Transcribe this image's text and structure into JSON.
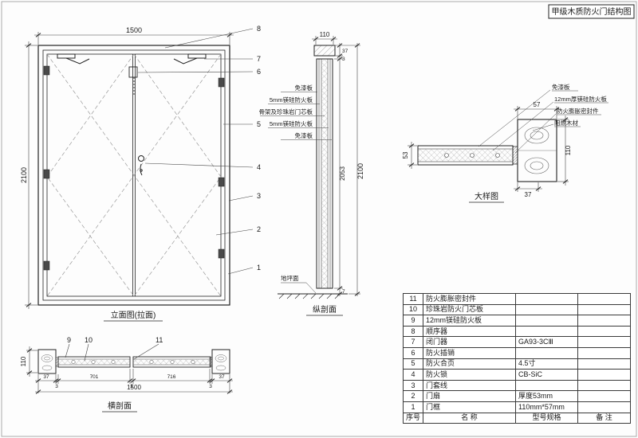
{
  "sheet": {
    "title": "甲级木质防火门结构图"
  },
  "elevation": {
    "caption": "立面图(拉面)",
    "dim_width": "1500",
    "dim_height": "2100",
    "callouts": {
      "c1": "1",
      "c2": "2",
      "c3": "3",
      "c4": "4",
      "c5": "5",
      "c6": "6",
      "c7": "7",
      "c8": "8"
    }
  },
  "vertical_section": {
    "caption": "纵剖面",
    "dim_top": "110",
    "dim_frame_head": "37",
    "dim_gap_top": "3",
    "dim_leaf": "2053",
    "dim_gap_bottom": "7",
    "dim_total": "2100",
    "ground_label": "地坪面",
    "layers": {
      "l1": "免漆板",
      "l2": "5mm镁硅防火板",
      "l3": "骨架及珍珠岩门芯板",
      "l4": "5mm镁硅防火板",
      "l5": "免漆板"
    }
  },
  "detail": {
    "caption": "大样图",
    "labels": {
      "l1": "免漆板",
      "l2": "12mm厚镁硅防火板",
      "l3": "防火膨胀密封件",
      "l4": "阻燃木材"
    },
    "dim_top": "57",
    "dim_right": "110",
    "dim_left": "53",
    "dim_bottom": "37"
  },
  "horizontal_section": {
    "caption": "横剖面",
    "dim_left": "110",
    "dims": {
      "d1": "37",
      "d2": "3",
      "d3": "701",
      "d4": "3",
      "d5": "716",
      "d6": "3",
      "d7": "37"
    },
    "dim_total": "1500",
    "callouts": {
      "c9": "9",
      "c10": "10",
      "c11": "11"
    }
  },
  "parts_table": {
    "header": {
      "no": "序号",
      "name": "名  称",
      "spec": "型号规格",
      "note": "备  注"
    },
    "rows": [
      {
        "no": "11",
        "name": "防火膨胀密封件",
        "spec": "",
        "note": ""
      },
      {
        "no": "10",
        "name": "珍珠岩防火门芯板",
        "spec": "",
        "note": ""
      },
      {
        "no": "9",
        "name": "12mm镁硅防火板",
        "spec": "",
        "note": ""
      },
      {
        "no": "8",
        "name": "顺序器",
        "spec": "",
        "note": ""
      },
      {
        "no": "7",
        "name": "闭门器",
        "spec": "GA93-3CⅢ",
        "note": ""
      },
      {
        "no": "6",
        "name": "防火插销",
        "spec": "",
        "note": ""
      },
      {
        "no": "5",
        "name": "防火合页",
        "spec": "4.5寸",
        "note": ""
      },
      {
        "no": "4",
        "name": "防火锁",
        "spec": "CB-SiC",
        "note": ""
      },
      {
        "no": "3",
        "name": "门套线",
        "spec": "",
        "note": ""
      },
      {
        "no": "2",
        "name": "门扇",
        "spec": "厚度53mm",
        "note": ""
      },
      {
        "no": "1",
        "name": "门框",
        "spec": "110mm*57mm",
        "note": ""
      }
    ]
  }
}
